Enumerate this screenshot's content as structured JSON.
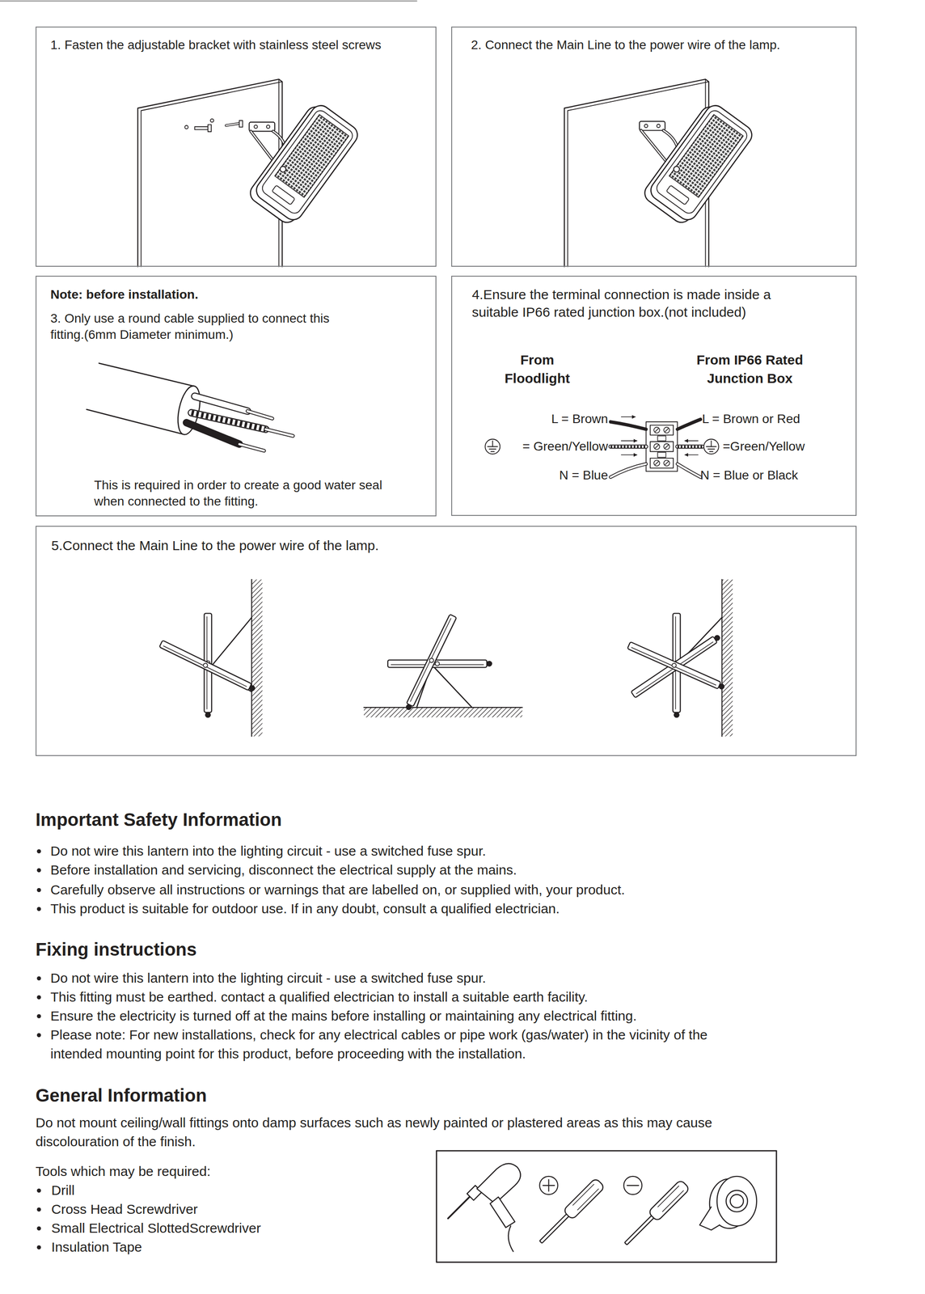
{
  "diagram": {
    "nodes": [
      {
        "text": [
          "1. Fasten the adjustable bracket with stainless steel screws"
        ]
      },
      {
        "text": [
          "2. Connect the Main Line to the power wire of the lamp."
        ]
      },
      {
        "text": [
          "Note: before installation.",
          "3. Only use a round cable supplied to connect this fitting.(6mm Diameter minimum.)",
          "This is required in order to create a good water seal when connected to the fitting."
        ]
      },
      {
        "text": [
          "4.Ensure the terminal connection is made inside a suitable IP66 rated junction box.(not included)"
        ]
      },
      {
        "text": [
          "5.Connect the Main Line to the power wire of the lamp."
        ]
      }
    ],
    "labels": [
      "From Floodlight",
      "From IP66 Rated Junction Box",
      "L = Brown",
      "= Green/Yellow",
      "N = Blue",
      "L = Brown or Red",
      "=Green/Yellow",
      "N = Blue or Black",
      "Important Safety Information",
      "Do not wire this lantern into the lighting circuit - use a switched fuse spur.",
      "Before installation and servicing, disconnect the electrical supply at the mains.",
      "Carefully observe all instructions or warnings that are labelled on, or supplied with, your product.",
      "This product is suitable for outdoor use. If in any doubt, consult a qualified electrician.",
      "Fixing instructions",
      "Do not wire this lantern into the lighting circuit - use a switched fuse spur.",
      "This fitting must be earthed. contact a qualified electrician to install a suitable earth facility.",
      "Ensure the electricity is turned off at the mains before installing or maintaining any electrical fitting.",
      "Please note: For new installations, check for any electrical cables or pipe work (gas/water) in the vicinity of the intended mounting point for this product, before proceeding with the installation.",
      "General Information",
      "Do not mount ceiling/wall fittings onto damp surfaces such as newly painted or plastered areas as this may cause discolouration of the finish.",
      "Tools which may be required:",
      "Drill",
      "Cross Head Screwdriver",
      "Small Electrical SlottedScrewdriver",
      "Insulation Tape"
    ]
  }
}
